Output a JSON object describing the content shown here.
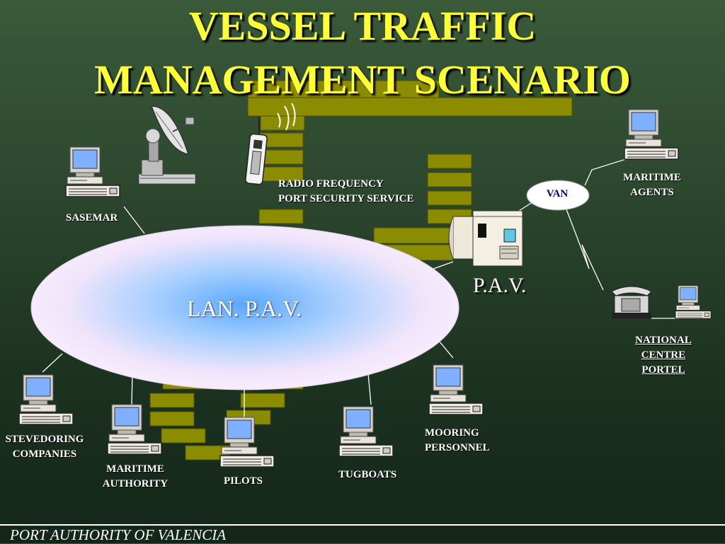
{
  "title": {
    "line1": "VESSEL TRAFFIC",
    "line2": "MANAGEMENT SCENARIO"
  },
  "network": {
    "lan_label": "LAN. P.A.V.",
    "pav_label": "P.A.V.",
    "van_label": "VAN"
  },
  "nodes": {
    "sasemar": "SASEMAR",
    "radio_line1": "RADIO FREQUENCY",
    "radio_line2": "PORT SECURITY SERVICE",
    "maritime_agents_line1": "MARITIME",
    "maritime_agents_line2": "AGENTS",
    "national_line1": "NATIONAL",
    "national_line2": "CENTRE",
    "national_line3": "PORTEL",
    "stevedoring_line1": "STEVEDORING",
    "stevedoring_line2": "COMPANIES",
    "maritime_authority_line1": "MARITIME",
    "maritime_authority_line2": "AUTHORITY",
    "pilots": "PILOTS",
    "tugboats": "TUGBOATS",
    "mooring_line1": "MOORING",
    "mooring_line2": "PERSONNEL"
  },
  "footer": {
    "text": "PORT AUTHORITY OF VALENCIA"
  },
  "colors": {
    "title": "#ffff33",
    "background": "#2c472e",
    "wall": "#8c8c00",
    "lan_center": "#5aa8ff",
    "lan_edge": "#fbeefc",
    "van_text": "#000080",
    "screen": "#7fb0ff"
  },
  "icons": [
    "satellite-dish-icon",
    "cell-phone-icon",
    "mainframe-server-icon",
    "desktop-computer-icon",
    "telephone-icon"
  ]
}
